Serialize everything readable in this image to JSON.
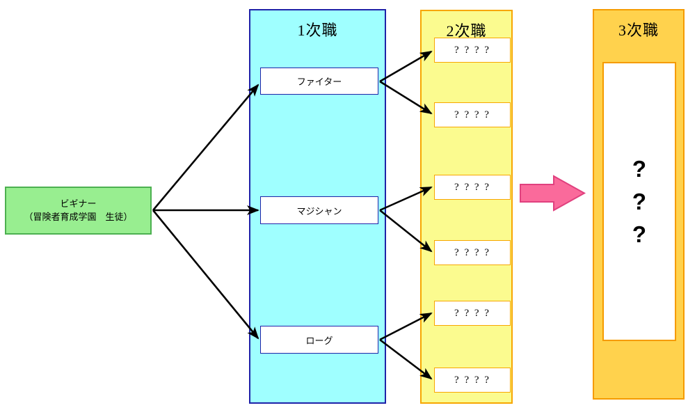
{
  "beginner": {
    "line1": "ビギナー",
    "line2": "（冒険者育成学園　生徒）"
  },
  "tier1": {
    "title": "1次職",
    "jobs": [
      "ファイター",
      "マジシャン",
      "ローグ"
    ]
  },
  "tier2": {
    "title": "2次職",
    "unknown_jobs": [
      "? ? ? ?",
      "? ? ? ?",
      "? ? ? ?",
      "? ? ? ?",
      "? ? ? ?",
      "? ? ? ?"
    ]
  },
  "tier3": {
    "title": "3次職",
    "mystery_marks": [
      "?",
      "?",
      "?"
    ]
  },
  "flow_arrow": {
    "direction": "right"
  },
  "colors": {
    "background": "#FFFFFF",
    "beginner_fill": "#98EE90",
    "beginner_border": "#4CB050",
    "tier1_fill": "#9FFFFF",
    "tier1_border": "#1E22A8",
    "job_box_fill": "#FFFFFF",
    "job_box_border": "#1E22A8",
    "tier2_fill": "#FBFB8F",
    "tier2_border": "#F7A600",
    "tier3_fill": "#FFD24D",
    "tier3_border": "#F59B00",
    "mystery_box_fill": "#FFFFFF",
    "flow_arrow_fill": "#FA6A9B",
    "flow_arrow_border": "#E0407E",
    "connector_color": "#000000",
    "text_color": "#000000"
  }
}
